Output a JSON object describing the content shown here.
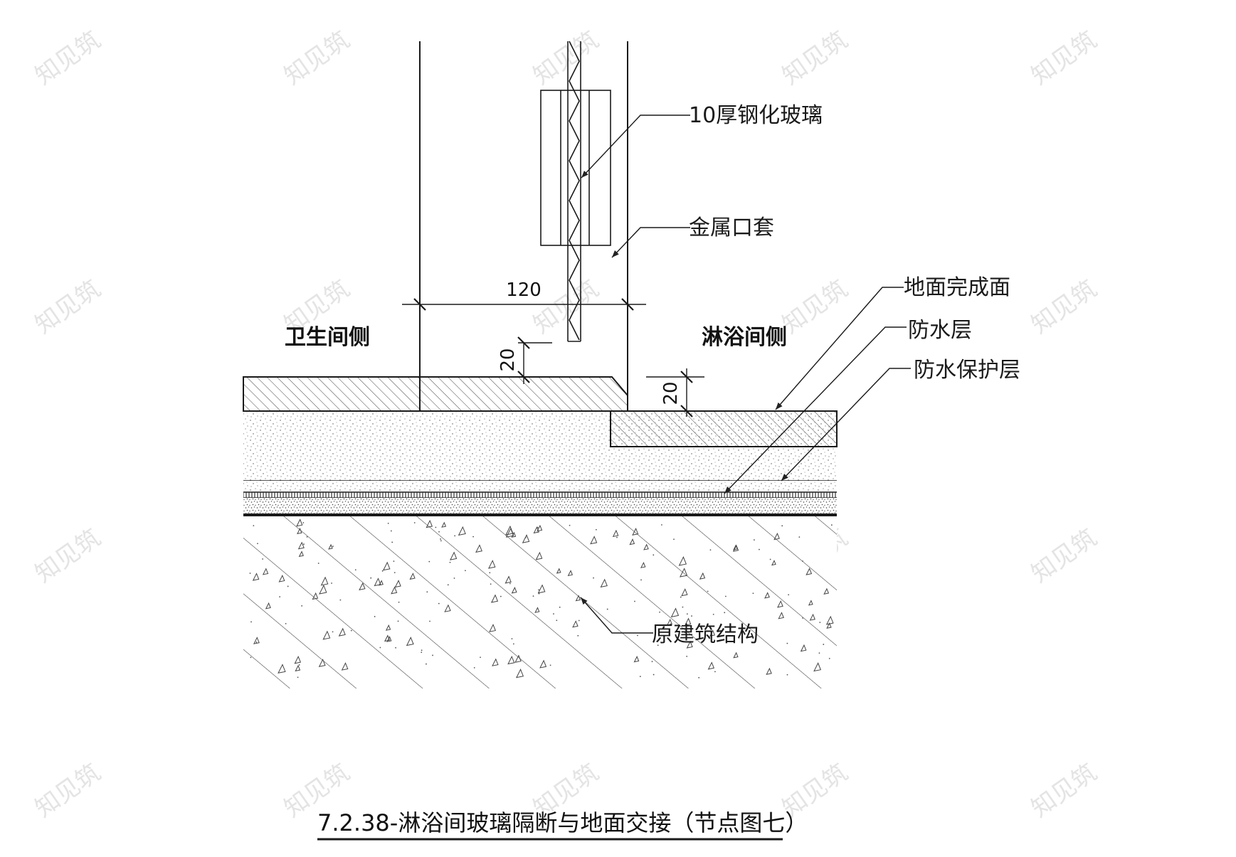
{
  "labels": {
    "glass": "10厚钢化玻璃",
    "metal_sleeve": "金属口套",
    "floor_finish": "地面完成面",
    "waterproof": "防水层",
    "waterproof_protect": "防水保护层",
    "structure": "原建筑结构",
    "toilet_side": "卫生间侧",
    "shower_side": "淋浴间侧"
  },
  "dimensions": {
    "width": "120",
    "step_left": "20",
    "step_right": "20"
  },
  "title": "7.2.38-淋浴间玻璃隔断与地面交接（节点图七）",
  "watermark": "知见筑",
  "colors": {
    "line": "#1a1a1a",
    "hatch": "#333333",
    "background": "#ffffff"
  }
}
